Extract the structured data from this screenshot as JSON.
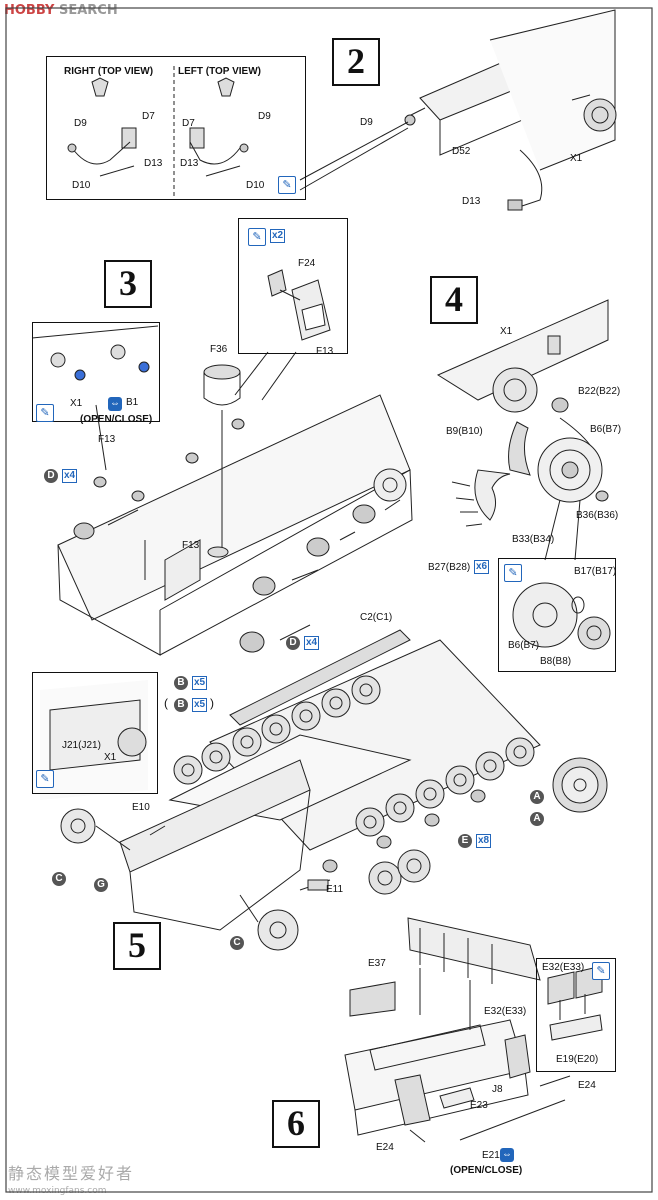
{
  "watermark_top": {
    "brand": "HOBBY",
    "suffix": "SEARCH"
  },
  "watermark_bottom": {
    "cn": "静态模型爱好者",
    "url": "www.moxingfans.com"
  },
  "steps": {
    "s2": "2",
    "s3": "3",
    "s4": "4",
    "s5": "5",
    "s6": "6"
  },
  "step2": {
    "right_view": "RIGHT (TOP VIEW)",
    "left_view": "LEFT (TOP VIEW)",
    "inset_labels": {
      "r_d9": "D9",
      "r_d7": "D7",
      "r_d13": "D13",
      "r_d10": "D10",
      "l_d7": "D7",
      "l_d9": "D9",
      "l_d13": "D13",
      "l_d10": "D10"
    },
    "labels": {
      "d9": "D9",
      "d52": "D52",
      "x1": "X1",
      "d13": "D13"
    }
  },
  "step3": {
    "mult_glue": "x2",
    "f24": "F24",
    "f13_top": "F13",
    "f36": "F36",
    "x1": "X1",
    "b1": "B1",
    "open_close": "(OPEN/CLOSE)",
    "f13_a": "F13",
    "f13_b": "F13",
    "d_letter_a": "D",
    "mult_a": "x4",
    "d_letter_b": "D",
    "mult_b": "x4"
  },
  "step4": {
    "x1": "X1",
    "b22": "B22(B22)",
    "b9": "B9(B10)",
    "b6": "B6(B7)",
    "b36": "B36(B36)",
    "b33": "B33(B34)",
    "b27": "B27(B28)",
    "mult": "x6",
    "b17": "B17(B17)",
    "b6b": "B6(B7)",
    "b8": "B8(B8)"
  },
  "step5": {
    "c2": "C2(C1)",
    "b_letter": "B",
    "b_mult": "x5",
    "b_letter2": "B",
    "b_mult2": "x5",
    "j21": "J21(J21)",
    "x1": "X1",
    "e10": "E10",
    "e11": "E11",
    "a_letter": "A",
    "a_letter2": "A",
    "e_letter": "E",
    "e_mult": "x8",
    "c_letter": "C",
    "g_letter": "G",
    "c_letter2": "C"
  },
  "step6": {
    "e37": "E37",
    "e32": "E32(E33)",
    "e32_inset": "E32(E33)",
    "e19": "E19(E20)",
    "j8": "J8",
    "e23": "E23",
    "e24_a": "E24",
    "e24_b": "E24",
    "e21": "E21",
    "open_close": "(OPEN/CLOSE)"
  },
  "icons": {
    "glue": "glue-brush-icon",
    "open_close": "open-close-icon",
    "wheel": "road-wheel"
  }
}
